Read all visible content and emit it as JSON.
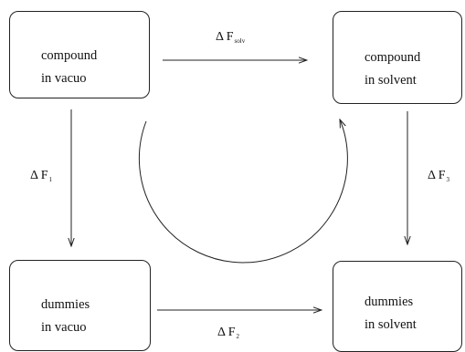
{
  "nodes": {
    "compound_vacuo": {
      "line1": "compound",
      "line2": "in vacuo"
    },
    "compound_solvent": {
      "line1": "compound",
      "line2": "in solvent"
    },
    "dummies_vacuo": {
      "line1": "dummies",
      "line2": "in vacuo"
    },
    "dummies_solvent": {
      "line1": "dummies",
      "line2": "in solvent"
    }
  },
  "edges": {
    "solv": {
      "symbol": "Δ F",
      "sub": "solv"
    },
    "f1": {
      "symbol": "Δ F",
      "sub": "1"
    },
    "f2": {
      "symbol": "Δ F",
      "sub": "2"
    },
    "f3": {
      "symbol": "Δ F",
      "sub": "3"
    }
  }
}
